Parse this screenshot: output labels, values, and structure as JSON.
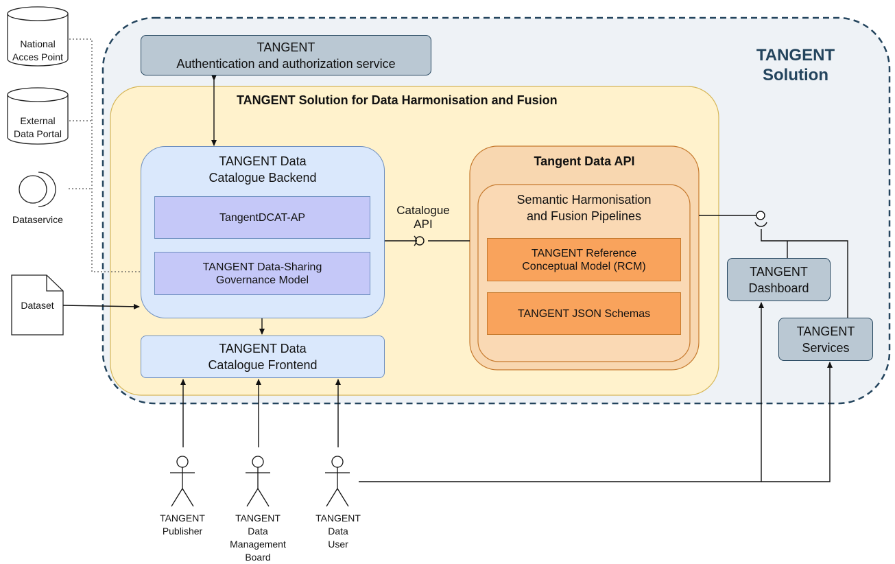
{
  "outer": {
    "title_line1": "TANGENT",
    "title_line2": "Solution"
  },
  "auth": {
    "line1": "TANGENT",
    "line2": "Authentication and authorization service"
  },
  "harmonisation": {
    "title": "TANGENT Solution for Data Harmonisation and Fusion"
  },
  "backend": {
    "line1": "TANGENT Data",
    "line2": "Catalogue Backend",
    "dcat": "TangentDCAT-AP",
    "gov_line1": "TANGENT Data-Sharing",
    "gov_line2": "Governance Model"
  },
  "frontend": {
    "line1": "TANGENT Data",
    "line2": "Catalogue Frontend"
  },
  "catalogue_api": {
    "line1": "Catalogue",
    "line2": "API"
  },
  "data_api": {
    "title": "Tangent Data API",
    "pipelines_line1": "Semantic Harmonisation",
    "pipelines_line2": "and Fusion Pipelines",
    "rcm_line1": "TANGENT Reference",
    "rcm_line2": "Conceptual Model (RCM)",
    "json": "TANGENT JSON Schemas"
  },
  "dashboard": {
    "line1": "TANGENT",
    "line2": "Dashboard"
  },
  "services": {
    "line1": "TANGENT",
    "line2": "Services"
  },
  "sources": {
    "nap_line1": "National",
    "nap_line2": "Acces Point",
    "edp_line1": "External",
    "edp_line2": "Data Portal",
    "dataservice": "Dataservice",
    "dataset": "Dataset"
  },
  "actors": {
    "publisher": [
      "TANGENT",
      "Publisher"
    ],
    "board": [
      "TANGENT",
      "Data",
      "Management",
      "Board"
    ],
    "user": [
      "TANGENT",
      "Data",
      "User"
    ]
  },
  "colors": {
    "outer_fill": "#eef2f6",
    "outer_border": "#23445d",
    "yellow_fill": "#fff2cc",
    "yellow_border": "#d6b656",
    "blue_fill": "#dae8fc",
    "blue_border": "#6c8ebf",
    "purple_fill": "#c5c8f8",
    "orange_outer": "#f8d7b0",
    "orange_mid": "#fad9b4",
    "orange_inner": "#f9a35c",
    "grey_fill": "#bac8d3",
    "grey_border": "#23445d"
  }
}
